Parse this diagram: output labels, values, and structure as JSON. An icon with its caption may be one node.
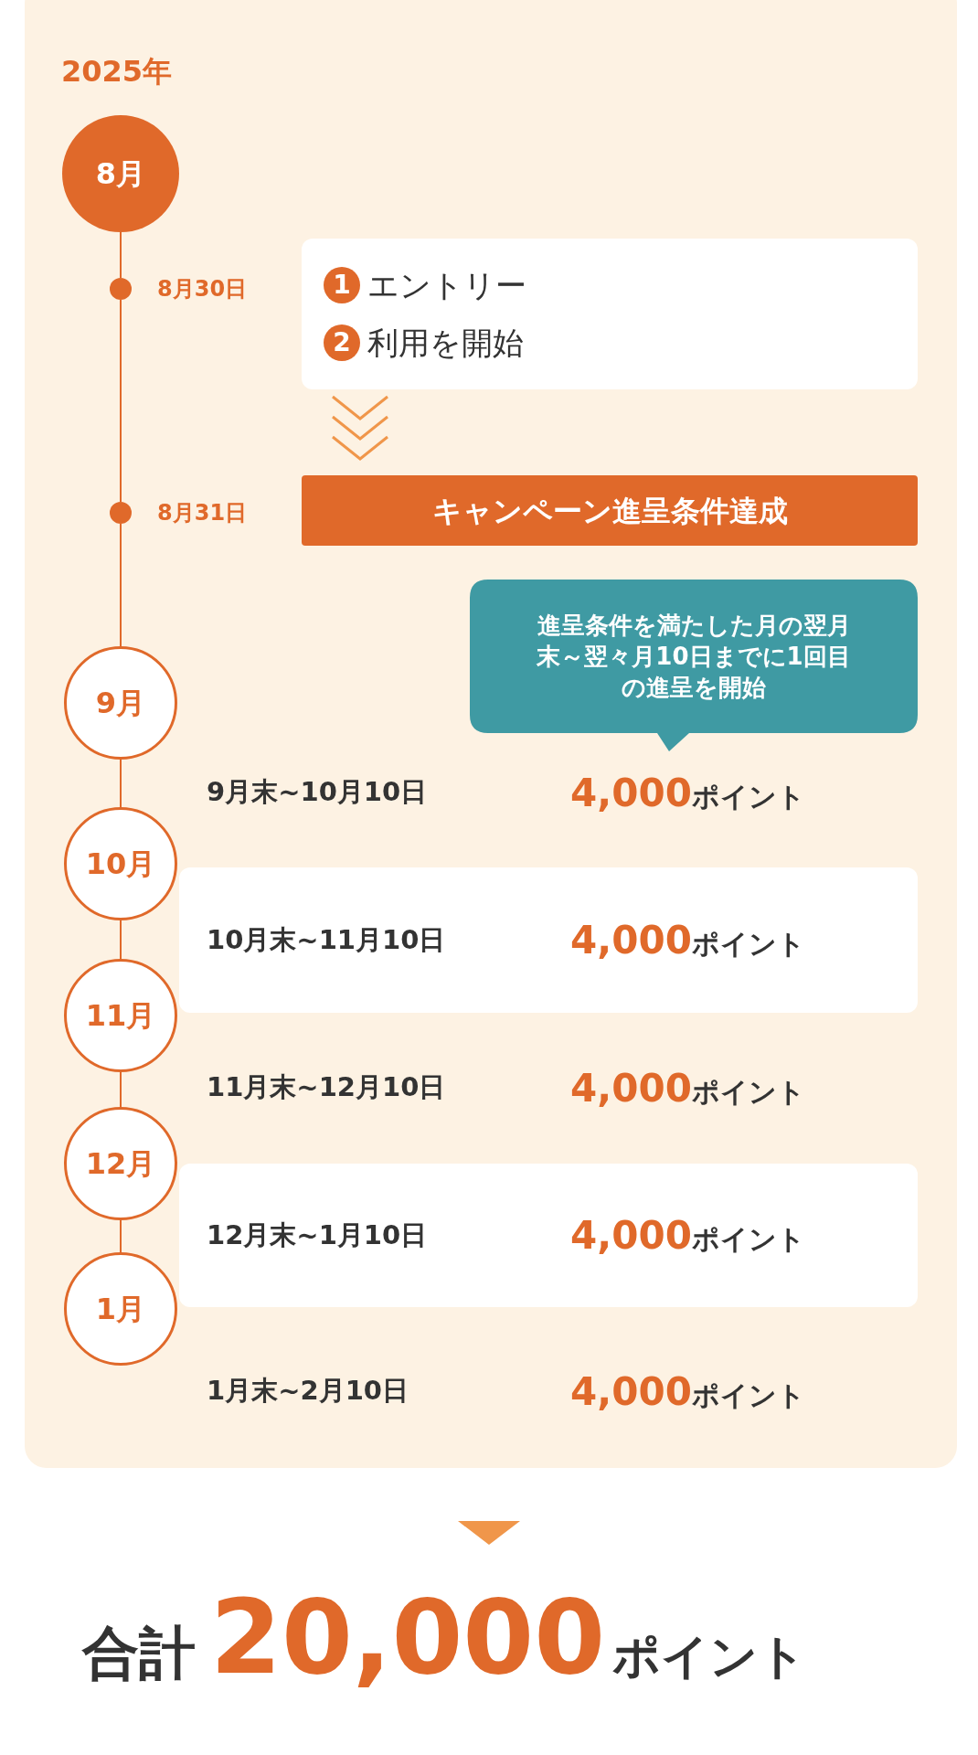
{
  "diagram": {
    "nodes": [
      {
        "text": [
          "8月"
        ]
      },
      {
        "text": [],
        "shape": "circle",
        "beside": [
          "8月30日"
        ]
      },
      {
        "text": [],
        "shape": "circle",
        "beside": [
          "8月31日"
        ]
      },
      {
        "text": [
          "1",
          "エントリー",
          "2",
          "利用を開始"
        ]
      },
      {
        "text": [
          "キャンペーン進呈条件達成"
        ]
      },
      {
        "text": [
          "進呈条件を満たした月の翌月末～翌々月10日までに1回目の進呈を開始"
        ]
      },
      {
        "text": [
          "9月"
        ]
      },
      {
        "text": [
          "10月"
        ]
      },
      {
        "text": [
          "11月"
        ]
      },
      {
        "text": [
          "12月"
        ]
      },
      {
        "text": [
          "1月"
        ]
      },
      {
        "text": [
          "9月末~10月10日",
          "4,000",
          "ポイント"
        ]
      },
      {
        "text": [
          "10月末~11月10日",
          "4,000",
          "ポイント"
        ]
      },
      {
        "text": [
          "11月末~12月10日",
          "4,000",
          "ポイント"
        ]
      },
      {
        "text": [
          "12月末~1月10日",
          "4,000",
          "ポイント"
        ]
      },
      {
        "text": [
          "1月末~2月10日",
          "4,000",
          "ポイント"
        ]
      }
    ],
    "edges": [
      {
        "from": 0,
        "to": 1,
        "arrow": "none"
      },
      {
        "from": 1,
        "to": 2,
        "arrow": "none"
      },
      {
        "from": 2,
        "to": 6,
        "arrow": "none"
      },
      {
        "from": 6,
        "to": 7,
        "arrow": "none"
      },
      {
        "from": 7,
        "to": 8,
        "arrow": "none"
      },
      {
        "from": 8,
        "to": 9,
        "arrow": "none"
      },
      {
        "from": 9,
        "to": 10,
        "arrow": "none"
      },
      {
        "from": 3,
        "to": 4,
        "arrow": "to"
      }
    ],
    "labels": [
      "2025年",
      "合計",
      "20,000",
      "ポイント"
    ]
  }
}
